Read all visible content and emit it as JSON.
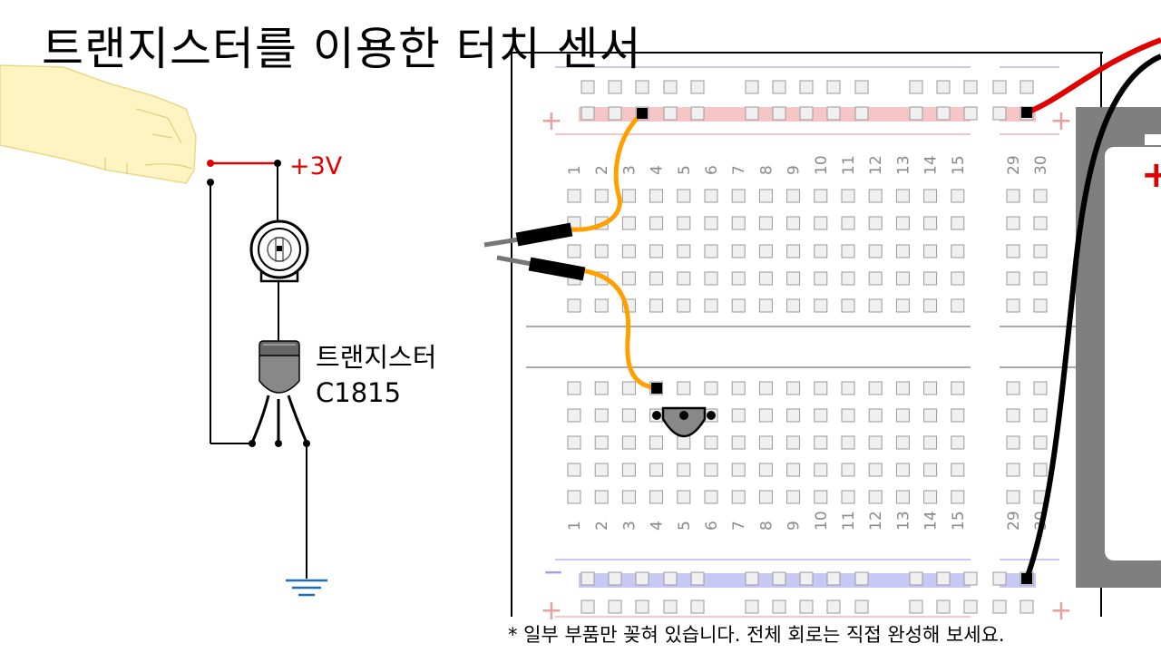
{
  "title": "트랜지스터를 이용한 터치 센서",
  "schematic": {
    "voltage_label": "+3V",
    "transistor_label": "트랜지스터",
    "transistor_part": "C1815"
  },
  "breadboard": {
    "columns_left": [
      "1",
      "2",
      "3",
      "4",
      "5",
      "6",
      "7",
      "8",
      "9",
      "10",
      "11",
      "12",
      "13",
      "14",
      "15"
    ],
    "columns_right": [
      "29",
      "30"
    ],
    "rail_plus_symbol": "+",
    "rail_minus_symbol": "−"
  },
  "battery": {
    "plus_symbol": "+"
  },
  "colors": {
    "positive_wire": "#e00000",
    "jumper_wire": "#ffa000",
    "ground": "#1f6fb2",
    "rail_red": "#f6c6c6",
    "rail_blue": "#c8c8f4",
    "battery_case": "#7f7f7f",
    "hand_fill": "#fdf4c2"
  },
  "footnote": "* 일부 부품만 꽂혀 있습니다. 전체 회로는 직접 완성해 보세요."
}
